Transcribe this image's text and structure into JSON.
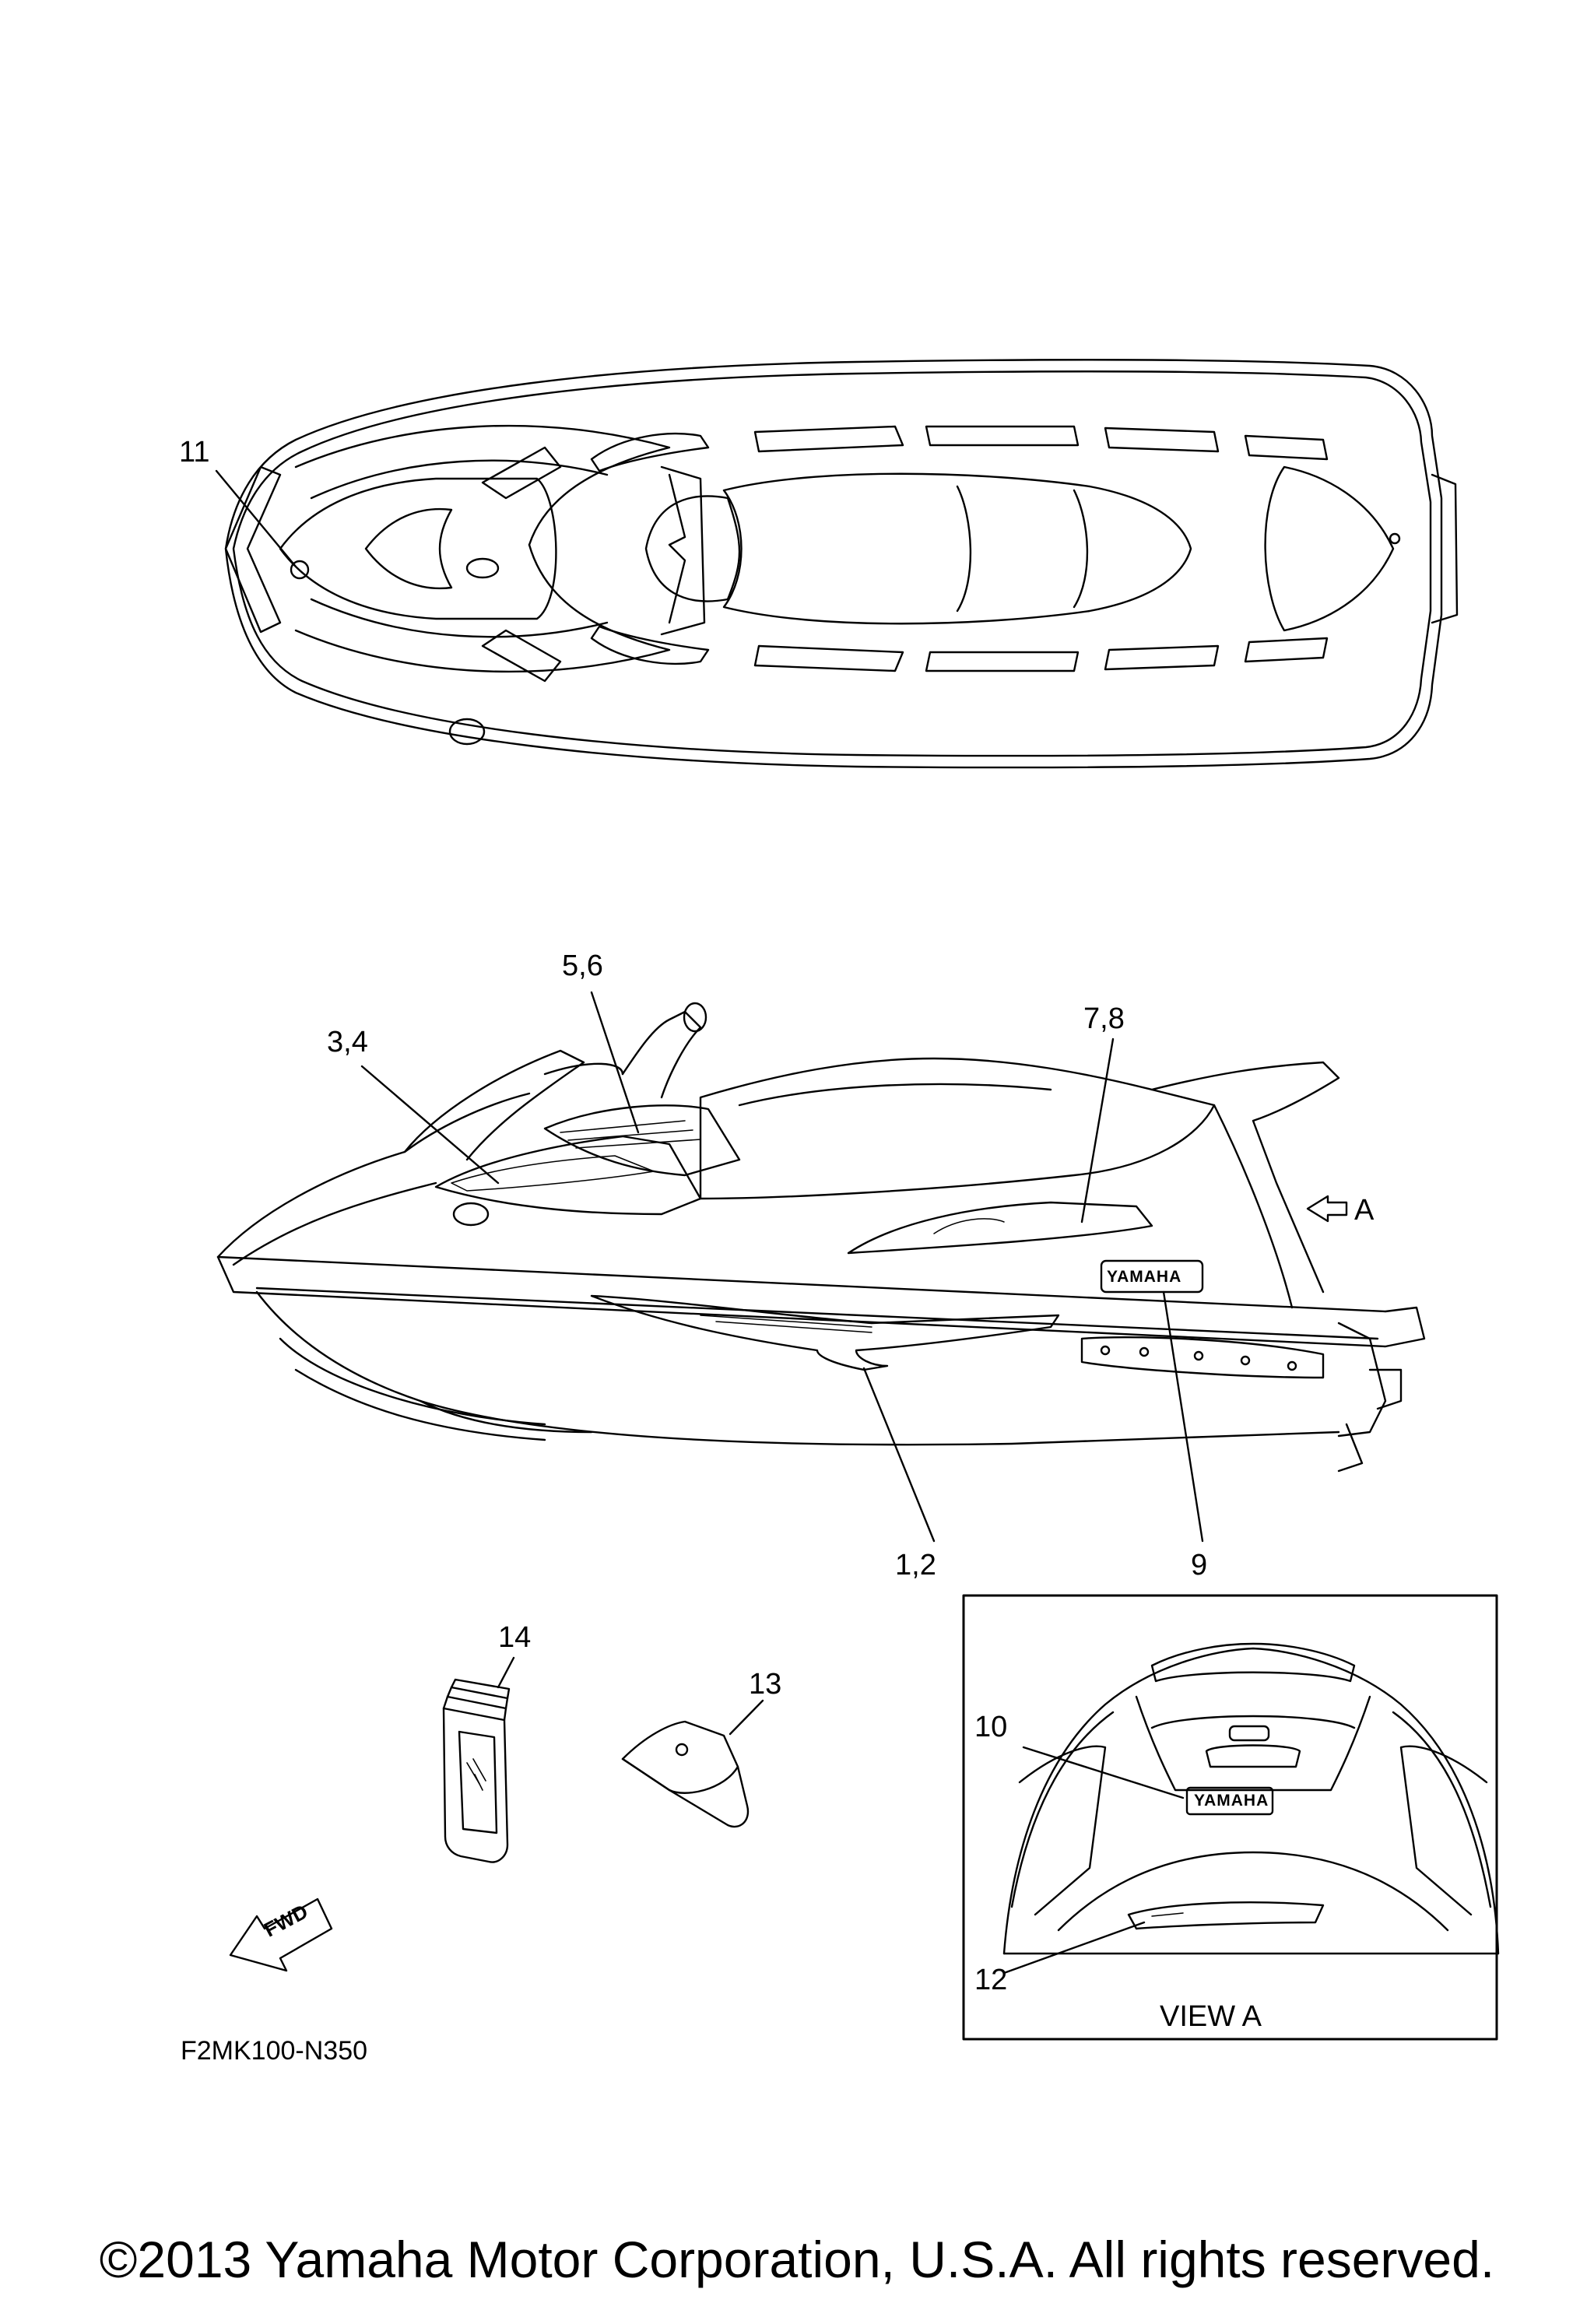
{
  "callouts": {
    "c11": "11",
    "c56": "5,6",
    "c34": "3,4",
    "c78": "7,8",
    "c12l": "1,2",
    "c9": "9",
    "c14": "14",
    "c13": "13",
    "c10": "10",
    "c12": "12"
  },
  "view_arrow_label": "A",
  "view_label": "VIEW A",
  "fwd_label": "FWD",
  "logo_text": "YAMAHA",
  "drawing_code": "F2MK100-N350",
  "copyright": "©2013 Yamaha Motor Corporation, U.S.A. All rights reserved.",
  "colors": {
    "line": "#000000",
    "background": "#ffffff"
  }
}
